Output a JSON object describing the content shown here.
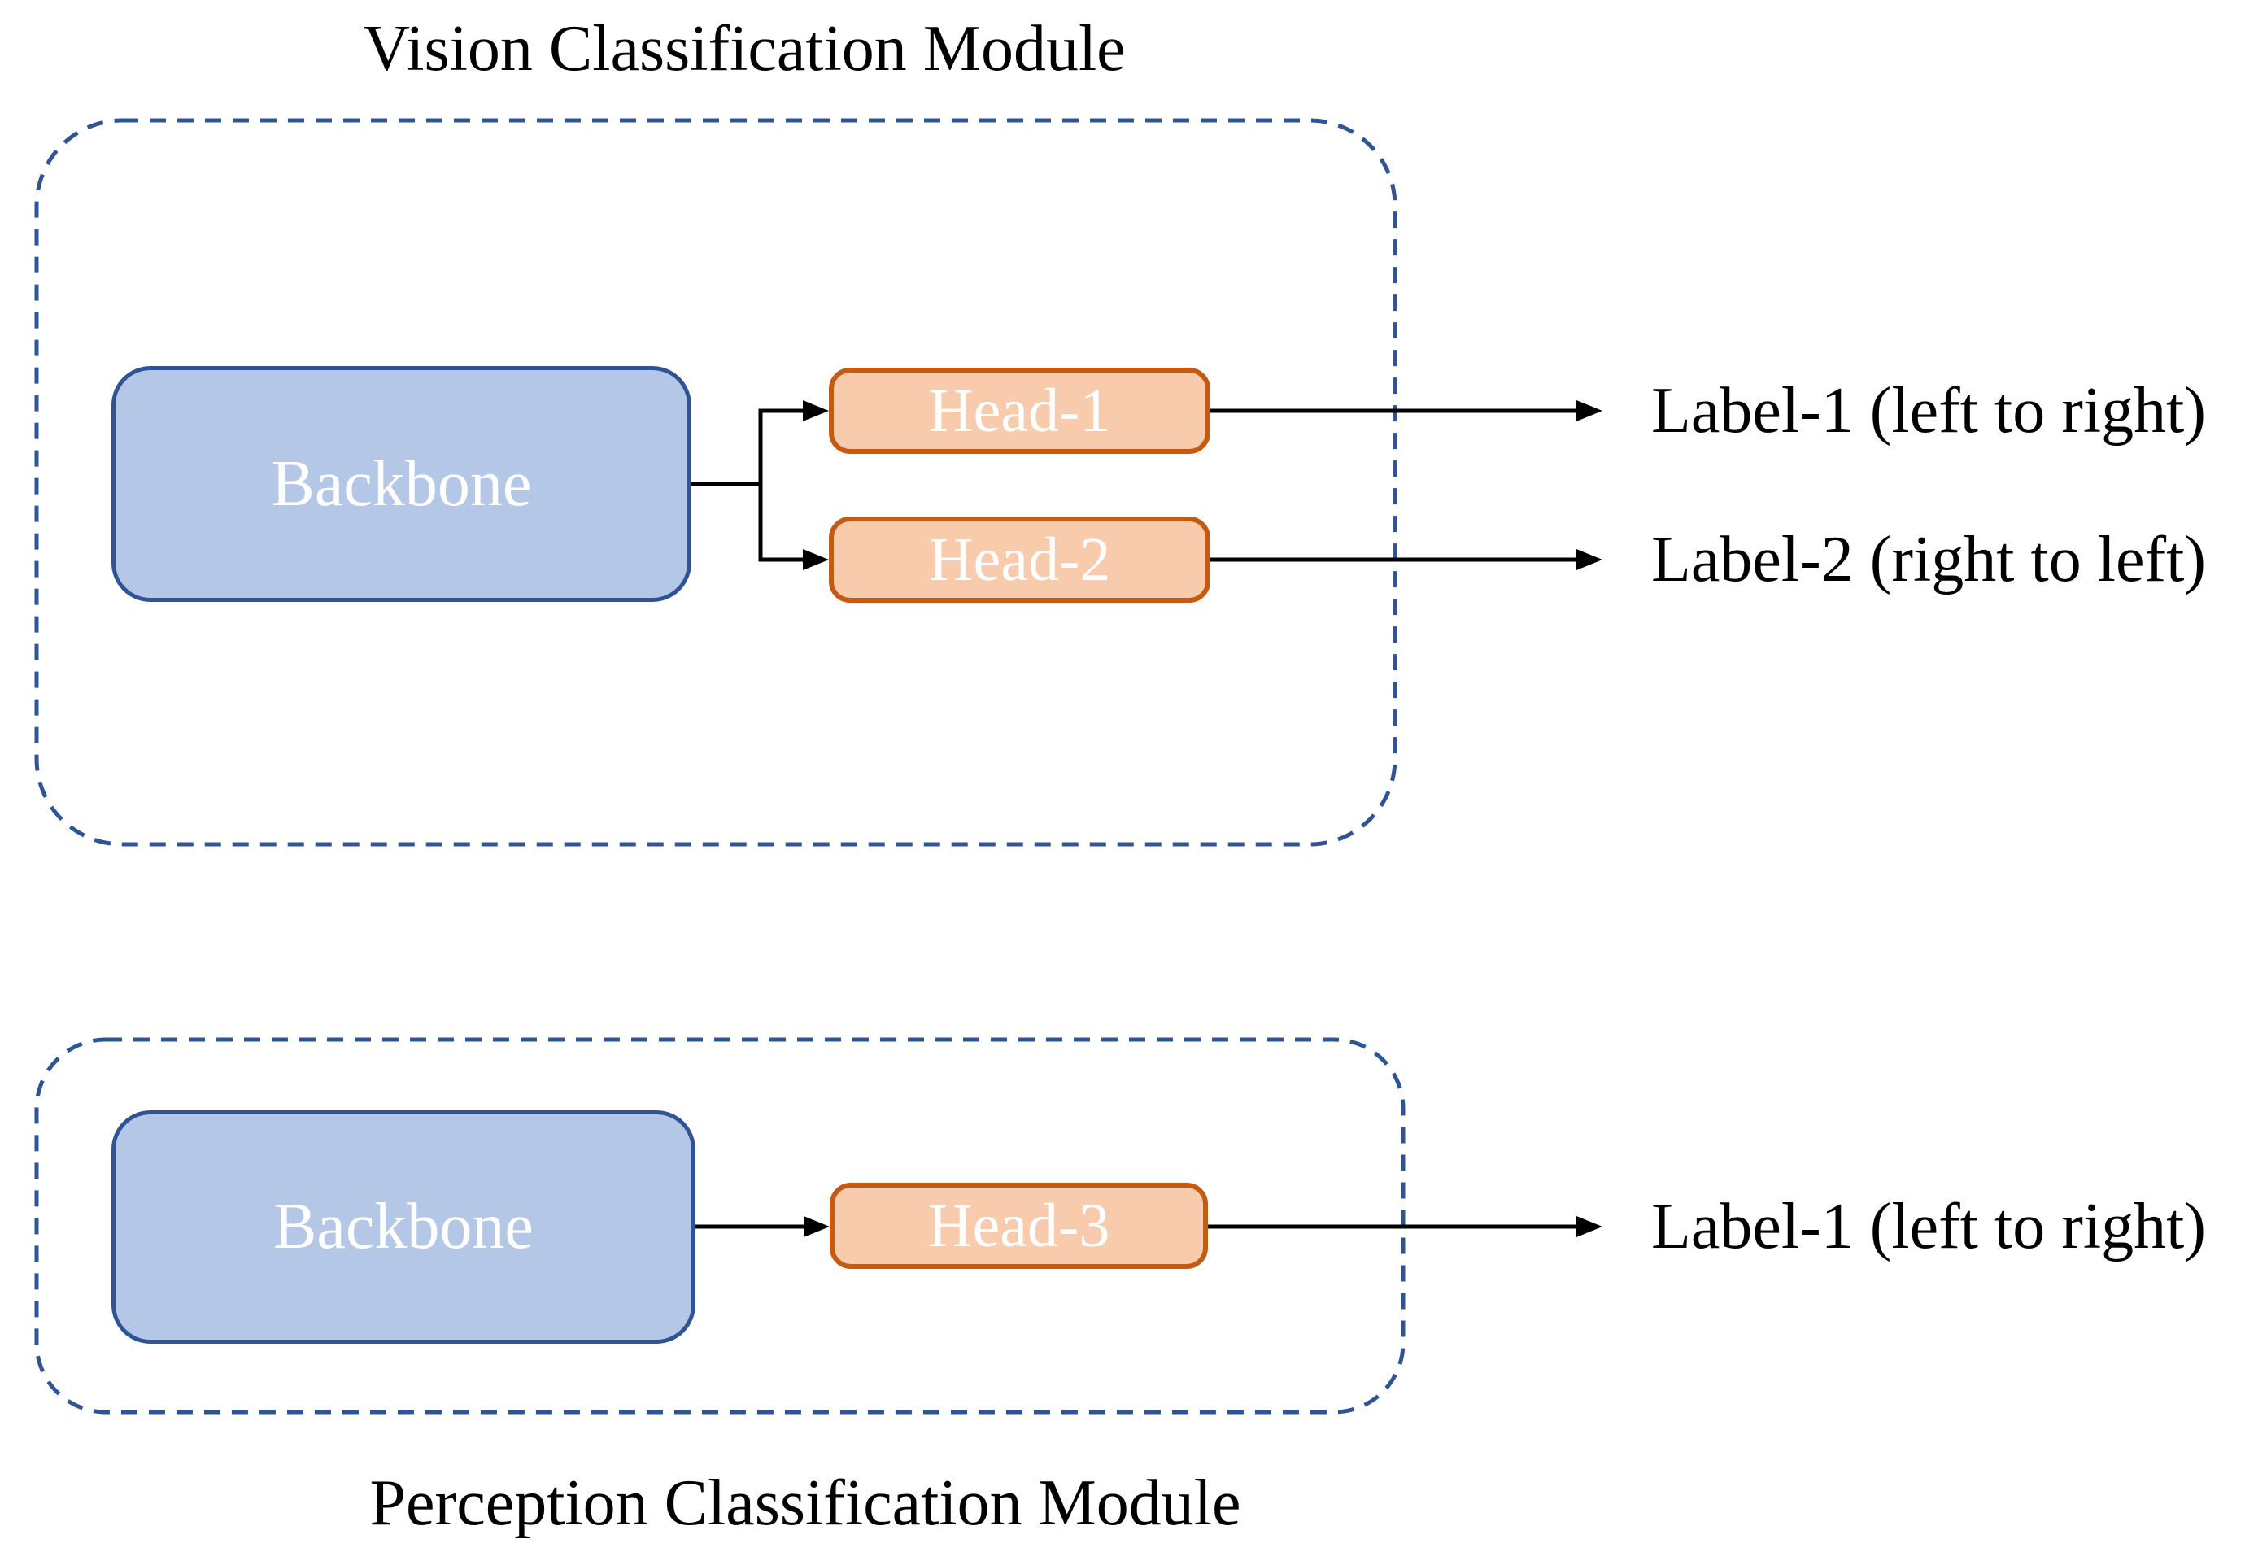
{
  "figure": {
    "modules": [
      {
        "title": "Vision Classification Module",
        "backbone_label": "Backbone",
        "heads": [
          {
            "label": "Head-1"
          },
          {
            "label": "Head-2"
          }
        ],
        "outputs": [
          {
            "label": "Label-1 (left to right)"
          },
          {
            "label": "Label-2 (right to left)"
          }
        ]
      },
      {
        "title": "Perception Classification Module",
        "backbone_label": "Backbone",
        "heads": [
          {
            "label": "Head-3"
          }
        ],
        "outputs": [
          {
            "label": "Label-1 (left to right)"
          }
        ]
      }
    ],
    "colors": {
      "backbone_fill": "#b4c7e7",
      "backbone_border": "#2f5496",
      "head_fill": "#f8cbad",
      "head_border": "#c55a11",
      "module_boundary": "#2f5496",
      "arrow": "#000000",
      "text": "#000000",
      "box_text": "#ffffff"
    }
  }
}
